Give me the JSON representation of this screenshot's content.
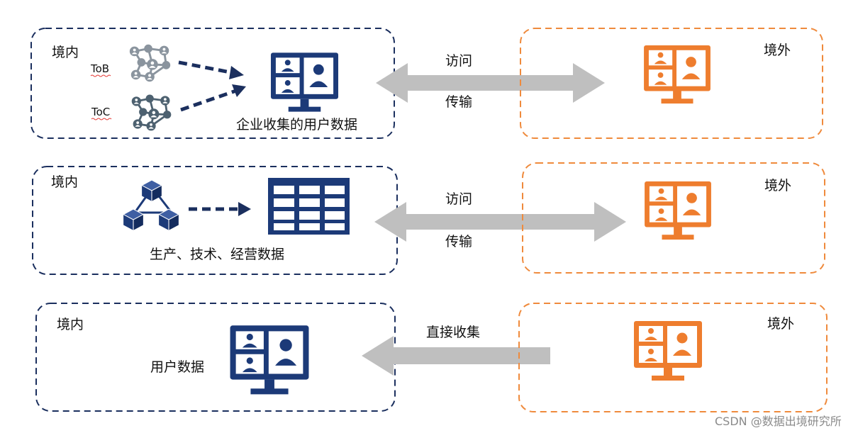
{
  "colors": {
    "domestic_border": "#1b2f5e",
    "foreign_border": "#ef8a3c",
    "domestic_icon": "#1c3a78",
    "foreign_icon": "#ee7d2e",
    "arrow": "#bfbfbf",
    "network_gray": "#8a949e",
    "network_dark": "#4d6170",
    "underline": "#e53935"
  },
  "rows": [
    {
      "domestic": {
        "label": "境内",
        "tob_label": "ToB",
        "toc_label": "ToC",
        "caption": "企业收集的用户数据",
        "icons": [
          "network-icon-gray",
          "network-icon-dark",
          "monitor-users-icon"
        ]
      },
      "arrow": {
        "direction": "both",
        "top_label": "访问",
        "bottom_label": "传输"
      },
      "foreign": {
        "label": "境外",
        "icon": "monitor-users-icon"
      }
    },
    {
      "domestic": {
        "label": "境内",
        "caption": "生产、技术、经营数据",
        "icons": [
          "cubes-icon",
          "table-grid-icon"
        ]
      },
      "arrow": {
        "direction": "both",
        "top_label": "访问",
        "bottom_label": "传输"
      },
      "foreign": {
        "label": "境外",
        "icon": "monitor-users-icon"
      }
    },
    {
      "domestic": {
        "label": "境内",
        "caption": "用户数据",
        "icons": [
          "monitor-users-icon"
        ]
      },
      "arrow": {
        "direction": "left",
        "top_label": "直接收集"
      },
      "foreign": {
        "label": "境外",
        "icon": "monitor-users-icon"
      }
    }
  ],
  "watermark": "CSDN @数据出境研究所"
}
